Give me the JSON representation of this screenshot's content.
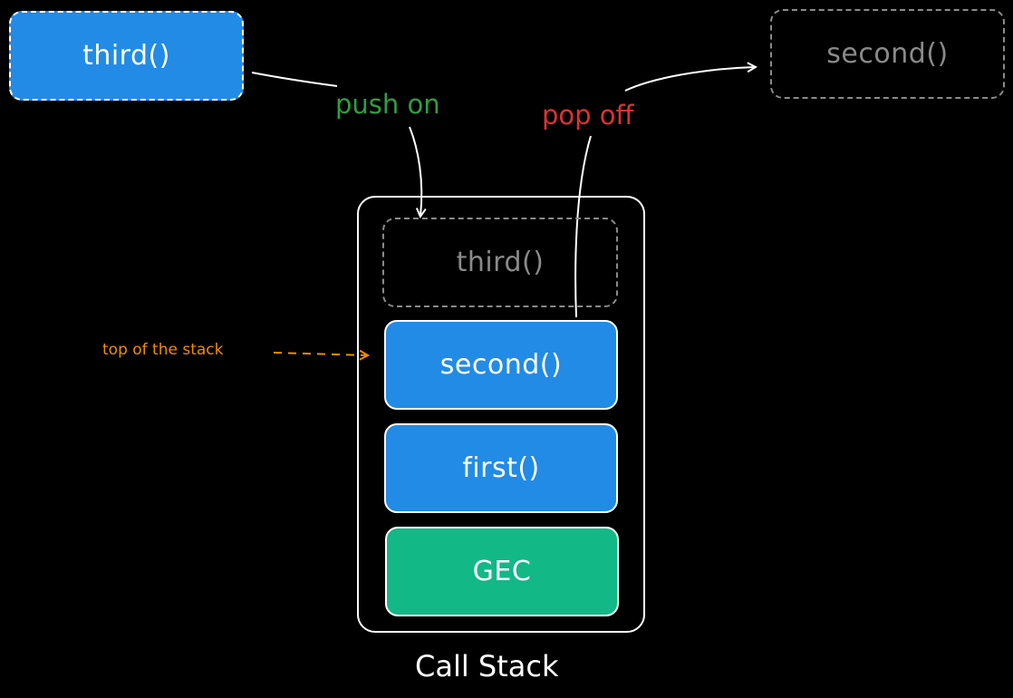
{
  "diagram": {
    "floating_incoming": {
      "label": "third()"
    },
    "floating_outgoing": {
      "label": "second()"
    },
    "labels": {
      "push": "push on",
      "pop": "pop off",
      "top_pointer": "top of the stack",
      "title": "Call Stack"
    },
    "stack_frames": [
      {
        "label": "third()",
        "state": "incoming"
      },
      {
        "label": "second()",
        "state": "top"
      },
      {
        "label": "first()",
        "state": "normal"
      },
      {
        "label": "GEC",
        "state": "base"
      }
    ],
    "colors": {
      "background": "#000000",
      "frame_blue": "#228be6",
      "frame_green": "#12b886",
      "push_label": "#2f9e44",
      "pop_label": "#e03131",
      "pointer_label": "#f08c00",
      "ghost": "#8a8a8a",
      "stroke": "#ffffff"
    }
  }
}
